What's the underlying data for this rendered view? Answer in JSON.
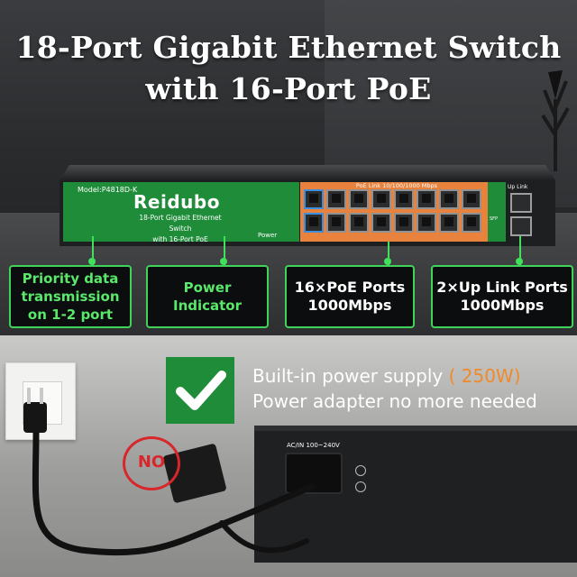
{
  "title": {
    "line1": "18-Port Gigabit Ethernet Switch",
    "line2": "with 16-Port PoE"
  },
  "device": {
    "model": "Model:P4818D-K",
    "brand": "Reidubo",
    "name_line1": "18-Port Gigabit Ethernet Switch",
    "name_line2": "with 16-Port PoE",
    "power_label": "Power",
    "poe_label": "PoE Link 10/100/1000 Mbps",
    "uplink_label": "Up Link",
    "sfp_label": "SFP"
  },
  "callouts": [
    {
      "line1": "Priority data",
      "line2": "transmission",
      "line3": "on 1-2 port"
    },
    {
      "line1": "Power Indicator"
    },
    {
      "line1": "16×PoE Ports",
      "line2": "1000Mbps"
    },
    {
      "line1": "2×Up Link Ports",
      "line2": "1000Mbps"
    }
  ],
  "bottom": {
    "builtin_prefix": "Built-in power supply",
    "builtin_accent": "( 250W)",
    "adapter_note": "Power adapter no more needed",
    "ac_label": "AC/IN 100~240V",
    "no_label": "NO"
  },
  "colors": {
    "accent_green": "#3fd35a",
    "panel_green": "#1f8c39",
    "panel_orange": "#e9823d",
    "warning_red": "#d8262b",
    "accent_orange": "#f08a2b"
  },
  "icons": [
    "check-icon",
    "plug-icon",
    "wall-outlet-icon",
    "power-adapter-icon",
    "no-sign-icon",
    "ground-icon"
  ]
}
